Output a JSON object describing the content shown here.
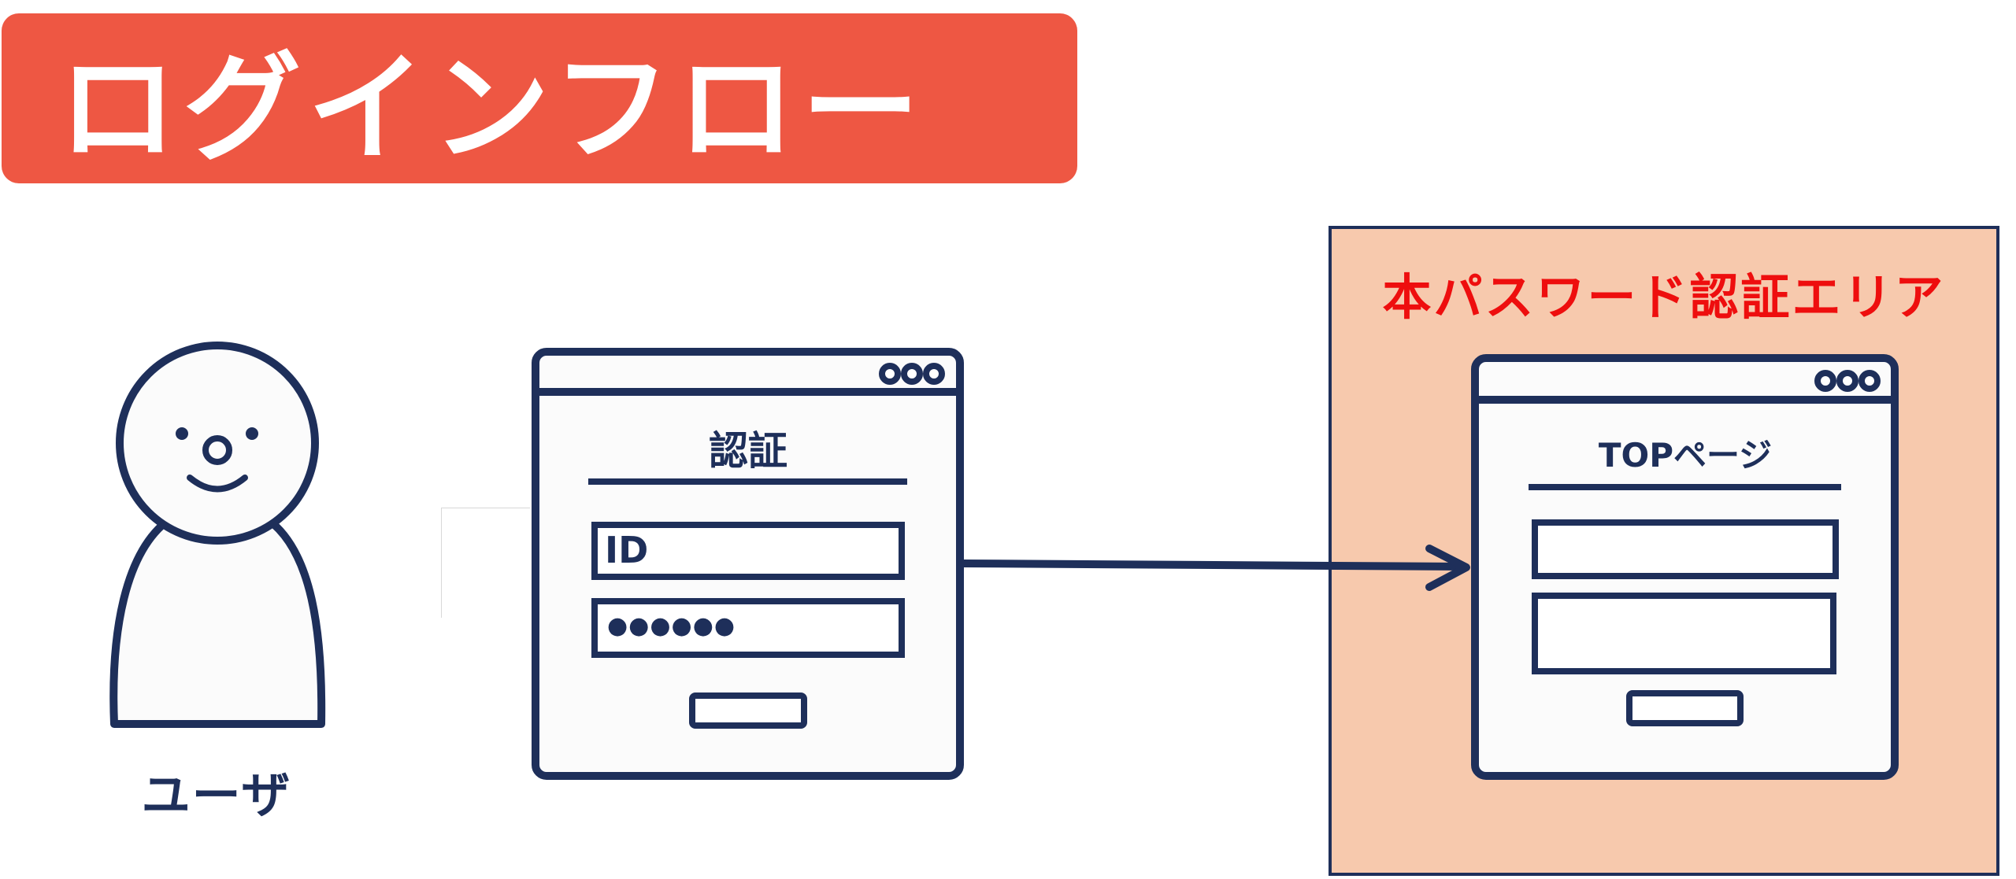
{
  "header": {
    "title": "ログインフロー"
  },
  "user": {
    "label": "ユーザ"
  },
  "auth_window": {
    "title": "認証",
    "id_label": "ID",
    "password_mask": "●●●●●●"
  },
  "top_window": {
    "title": "TOPページ"
  },
  "area": {
    "title": "本パスワード認証エリア"
  },
  "colors": {
    "navy": "#1e2f5a",
    "banner": "#ee5743",
    "area_fill": "#f7c9ad",
    "area_title": "#ee0e0e"
  }
}
